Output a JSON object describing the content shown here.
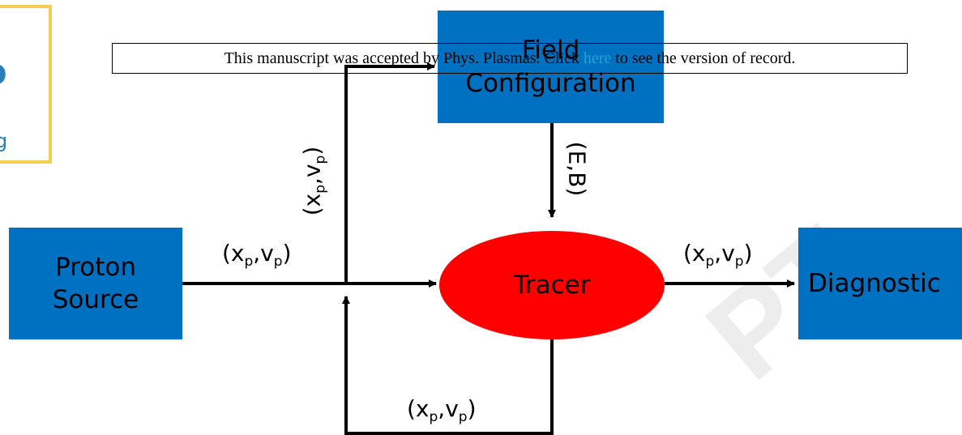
{
  "banner": {
    "before": "This manuscript was accepted by Phys. Plasmas. Click ",
    "link": "here",
    "after": " to see the version of record."
  },
  "logo": {
    "letter": "P",
    "text": "ing"
  },
  "watermark": "PT",
  "nodes": {
    "field_config": {
      "line1": "Field",
      "line2": "Configuration"
    },
    "proton_source": {
      "line1": "Proton",
      "line2": "Source"
    },
    "tracer": "Tracer",
    "diagnostic": "Diagnostic"
  },
  "edge_labels": {
    "x": "(x",
    "p": "p",
    "comma_v": ",v",
    "close": ")",
    "eb": "(E,B)"
  },
  "colors": {
    "box": "#0070c0",
    "tracer": "#ff0000",
    "logo_border": "#f6cc4f",
    "link": "#1aa8d8"
  }
}
